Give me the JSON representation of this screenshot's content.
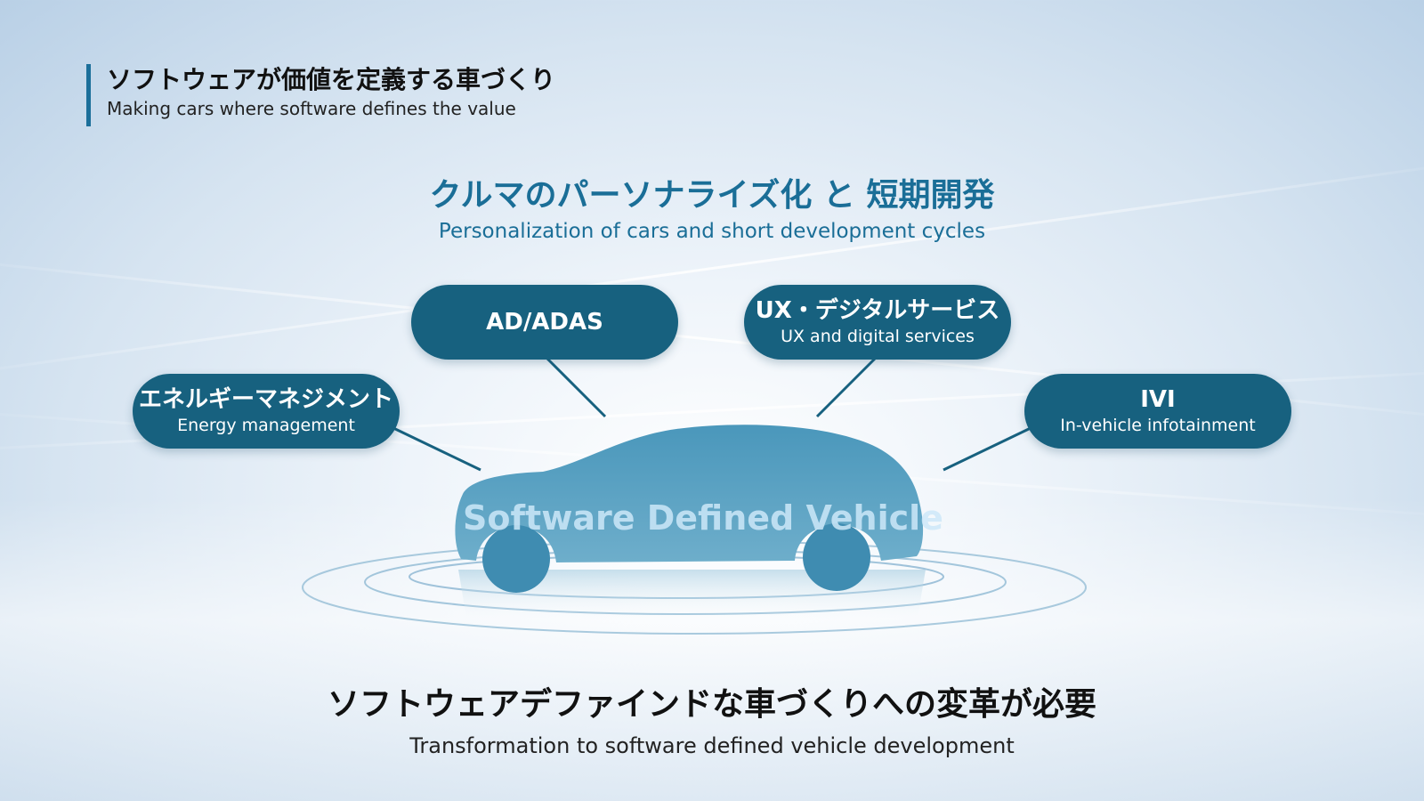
{
  "header": {
    "title_jp": "ソフトウェアが価値を定義する車づくり",
    "title_en": "Making cars where software defines the value"
  },
  "subtitle": {
    "jp": "クルマのパーソナライズ化 と 短期開発",
    "en": "Personalization of cars and short development cycles"
  },
  "bubbles": {
    "energy": {
      "title": "エネルギーマネジメント",
      "sub": "Energy management"
    },
    "adas": {
      "title": "AD/ADAS"
    },
    "ux": {
      "title": "UX・デジタルサービス",
      "sub": "UX and digital services"
    },
    "ivi": {
      "title": "IVI",
      "sub": "In-vehicle infotainment"
    }
  },
  "car": {
    "label": "Software Defined Vehicle"
  },
  "footer": {
    "jp": "ソフトウェアデファインドな車づくりへの変革が必要",
    "en": "Transformation to software defined vehicle development"
  },
  "colors": {
    "accent": "#1b6f9a",
    "bubble": "#17617f",
    "car": "#3e8db2"
  }
}
